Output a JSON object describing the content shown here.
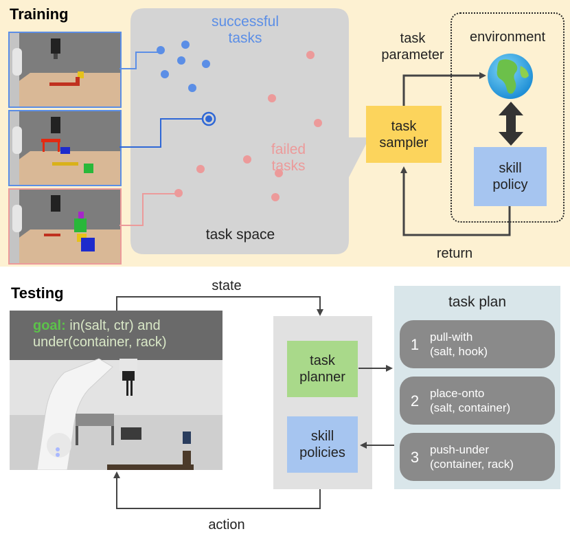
{
  "training": {
    "title": "Training",
    "successful_label": "successful\ntasks",
    "failed_label": "failed\ntasks",
    "task_space_label": "task space",
    "task_parameter_label": "task\nparameter",
    "environment_label": "environment",
    "task_sampler_label": "task\nsampler",
    "skill_policy_label": "skill\npolicy",
    "return_label": "return",
    "icons": [
      "globe-icon",
      "double-arrow-icon"
    ]
  },
  "testing": {
    "title": "Testing",
    "state_label": "state",
    "action_label": "action",
    "goal_word": "goal:",
    "goal_text_line1": " in(salt, ctr) and",
    "goal_text_line2": "under(container, rack)",
    "task_planner_label": "task\nplanner",
    "skill_policies_label": "skill\npolicies",
    "task_plan": {
      "title": "task plan",
      "steps": [
        {
          "num": "1",
          "line1": "pull-with",
          "line2": "(salt, hook)"
        },
        {
          "num": "2",
          "line1": "place-onto",
          "line2": "(salt, container)"
        },
        {
          "num": "3",
          "line1": "push-under",
          "line2": "(container, rack)"
        }
      ]
    }
  },
  "colors": {
    "training_bg": "#fdf1d2",
    "task_space_bg": "#d4d4d4",
    "success": "#5b8ee6",
    "failed": "#ec9a9a",
    "sampler": "#fcd45c",
    "skill_box": "#a6c5f0",
    "planner": "#a9d98a",
    "plan_panel": "#d9e6ea",
    "plan_row": "#8a8a8a"
  }
}
